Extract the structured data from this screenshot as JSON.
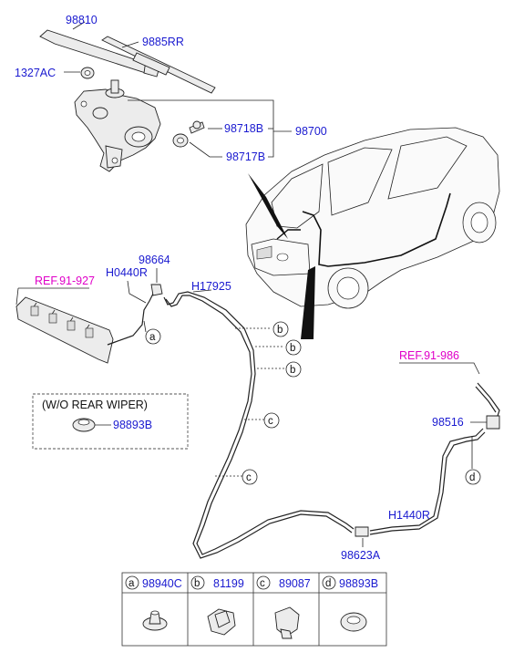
{
  "labels": {
    "wiper_arm": "98810",
    "wiper_blade": "9885RR",
    "nut": "1327AC",
    "motor_bolt": "98718B",
    "motor_grommet": "98717B",
    "motor_assy": "98700",
    "ref_left": "REF.91-927",
    "ref_right": "REF.91-986",
    "hose_left": "H0440R",
    "nozzle_left": "98664",
    "hose_main": "H17925",
    "grommet_cap": "98893B",
    "nozzle_right": "98516",
    "hose_right": "H1440R",
    "connector": "98623A"
  },
  "note_box": {
    "title": "(W/O REAR WIPER)",
    "part": "98893B"
  },
  "callouts": {
    "a": "a",
    "b": "b",
    "c": "c",
    "d": "d"
  },
  "legend": [
    {
      "letter": "a",
      "part": "98940C"
    },
    {
      "letter": "b",
      "part": "81199"
    },
    {
      "letter": "c",
      "part": "89087"
    },
    {
      "letter": "d",
      "part": "98893B"
    }
  ],
  "colors": {
    "part_number": "#1a1ad0",
    "reference": "#e000c8",
    "line": "#222222"
  }
}
